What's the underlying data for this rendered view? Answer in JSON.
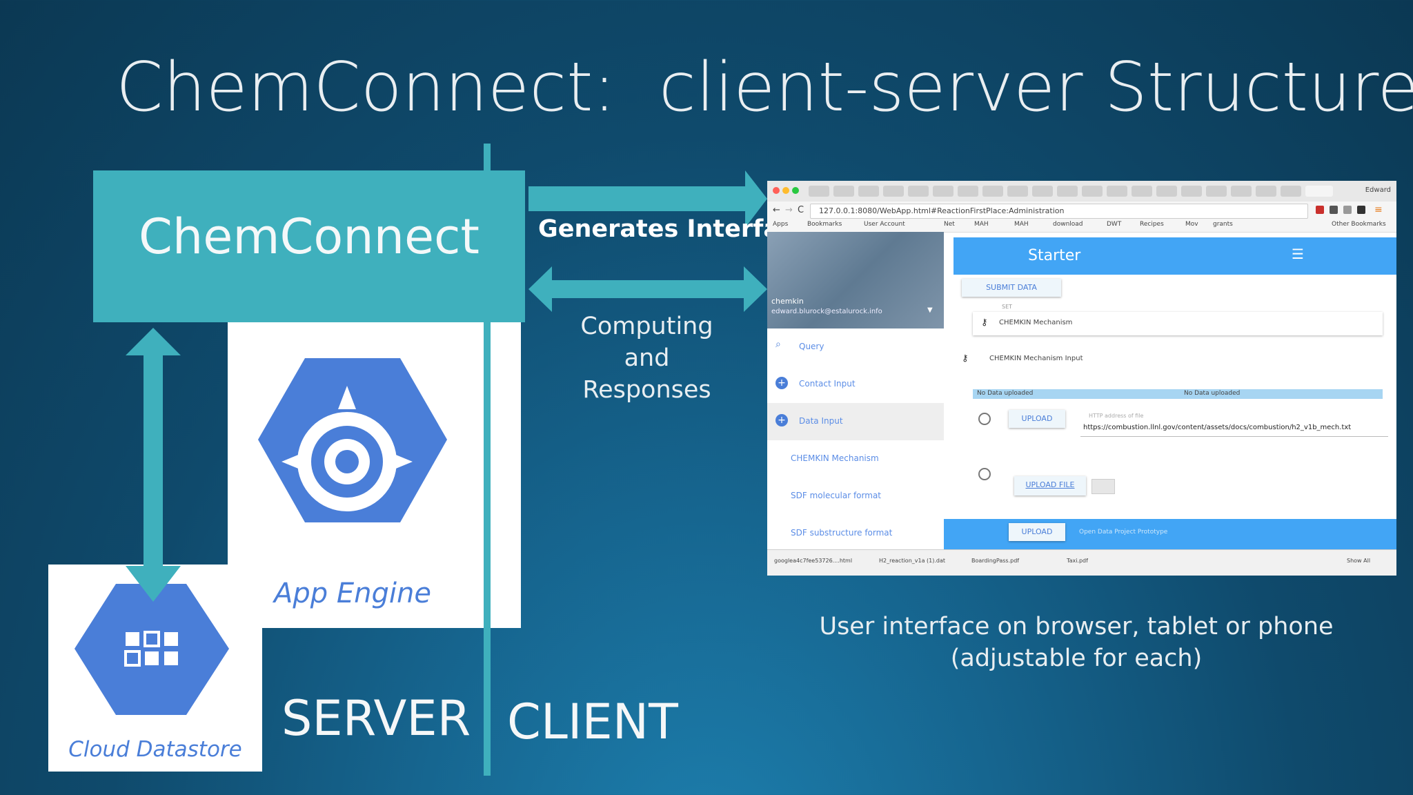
{
  "slide": {
    "title": "ChemConnect:  client-server Structure",
    "chemconnect_box_label": "ChemConnect",
    "generates_interface": "Generates Interface",
    "computing_responses": [
      "Computing",
      "and",
      "Responses"
    ],
    "app_engine_label": "App Engine",
    "datastore_label": "Cloud Datastore",
    "server_label": "SERVER",
    "client_label": "CLIENT",
    "ui_caption": [
      "User interface on browser, tablet or phone",
      "(adjustable for each)"
    ]
  },
  "colors": {
    "teal": "#3fb0bd",
    "google_blue": "#4a7ed8",
    "material_blue": "#42a5f5"
  },
  "browser": {
    "user": "Edward",
    "url": "127.0.0.1:8080/WebApp.html#ReactionFirstPlace:Administration",
    "bookmarks": [
      "Apps",
      "Bookmarks",
      "User Account",
      "Net",
      "MAH",
      "MAH",
      "download",
      "DWT",
      "Recipes",
      "Mov",
      "grants",
      "Other Bookmarks"
    ],
    "app_header": "Starter",
    "drawer_user": "chemkin",
    "drawer_email": "edward.blurock@estalurock.info",
    "nav": [
      "Query",
      "Contact Input",
      "Data Input",
      "CHEMKIN Mechanism",
      "SDF molecular format",
      "SDF substructure format"
    ],
    "submit_button": "SUBMIT DATA",
    "set_label": "SET",
    "mechanism_select": "CHEMKIN Mechanism",
    "mechanism_input_label": "CHEMKIN Mechanism Input",
    "no_data": [
      "No Data uploaded",
      "No Data uploaded"
    ],
    "upload_button": "UPLOAD",
    "http_hint": "HTTP address of file",
    "file_url": "https://combustion.llnl.gov/content/assets/docs/combustion/h2_v1b_mech.txt",
    "upload_file_button": "UPLOAD FILE",
    "bottom_upload": "UPLOAD",
    "bottom_note": "Open Data Project Prototype",
    "downloads": [
      "googlea4c7fee53726....html",
      "H2_reaction_v1a (1).dat",
      "BoardingPass.pdf",
      "Taxi.pdf"
    ],
    "show_all": "Show All"
  }
}
